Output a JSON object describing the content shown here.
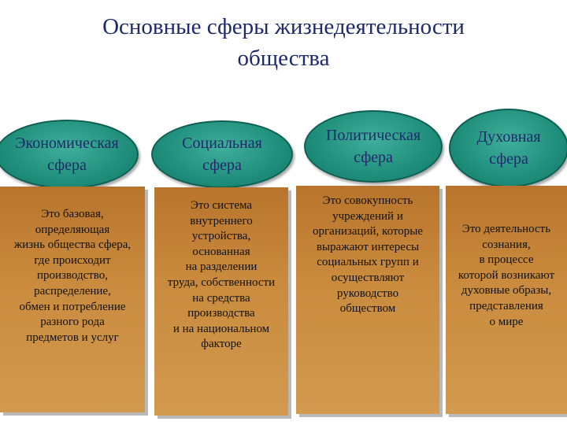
{
  "title": {
    "line1": "Основные сферы жизнедеятельности",
    "line2": "общества"
  },
  "colors": {
    "title": "#1f2a6b",
    "oval": "#1f8f7c",
    "box": "#c98a3d"
  },
  "spheres": [
    {
      "name": [
        "Экономическая",
        "сфера"
      ],
      "description": [
        "Это базовая,",
        "определяющая",
        "жизнь общества сфера,",
        "где происходит",
        "производство,",
        "распределение,",
        "обмен и потребление",
        "разного рода",
        "предметов и услуг"
      ]
    },
    {
      "name": [
        "Социальная",
        "сфера"
      ],
      "description": [
        "Это система",
        "внутреннего",
        "устройства,",
        "основанная",
        "на разделении",
        "труда, собственности",
        "на средства",
        "производства",
        "и на национальном",
        "факторе"
      ]
    },
    {
      "name": [
        "Политическая",
        "сфера"
      ],
      "description": [
        "Это совокупность",
        "учреждений и",
        "организаций, которые",
        "выражают интересы",
        "социальных групп и",
        "осуществляют",
        "руководство",
        "обществом"
      ]
    },
    {
      "name": [
        "Духовная",
        "сфера"
      ],
      "description": [
        "Это деятельность",
        "сознания,",
        "в процессе",
        "которой возникают",
        "духовные образы,",
        "представления",
        "о мире"
      ]
    }
  ]
}
